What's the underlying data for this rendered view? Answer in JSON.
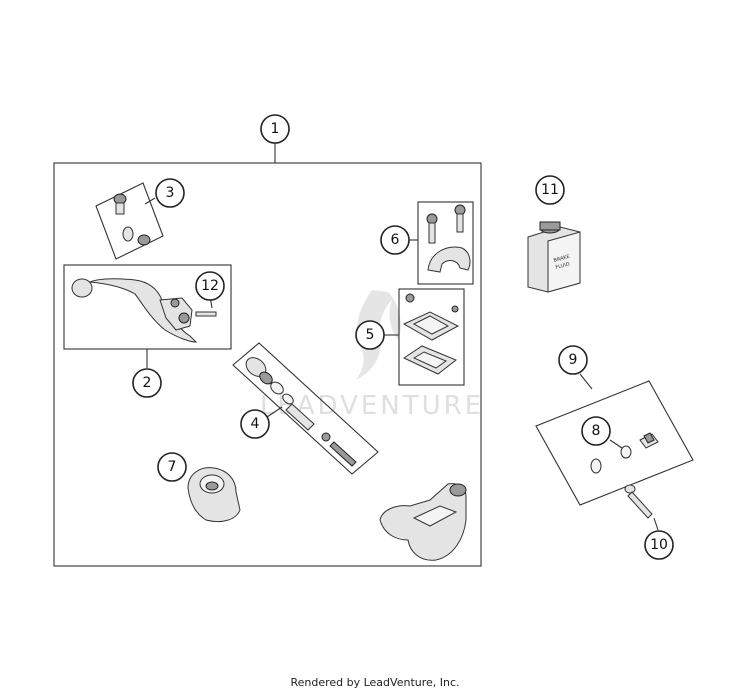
{
  "diagram": {
    "callouts": [
      "1",
      "2",
      "3",
      "4",
      "5",
      "6",
      "7",
      "8",
      "9",
      "10",
      "11",
      "12"
    ],
    "watermark": "LEADVENTURE",
    "fluid_label": [
      "BRAKE",
      "FLUID"
    ]
  },
  "footer": {
    "text": "Rendered by LeadVenture, Inc."
  }
}
